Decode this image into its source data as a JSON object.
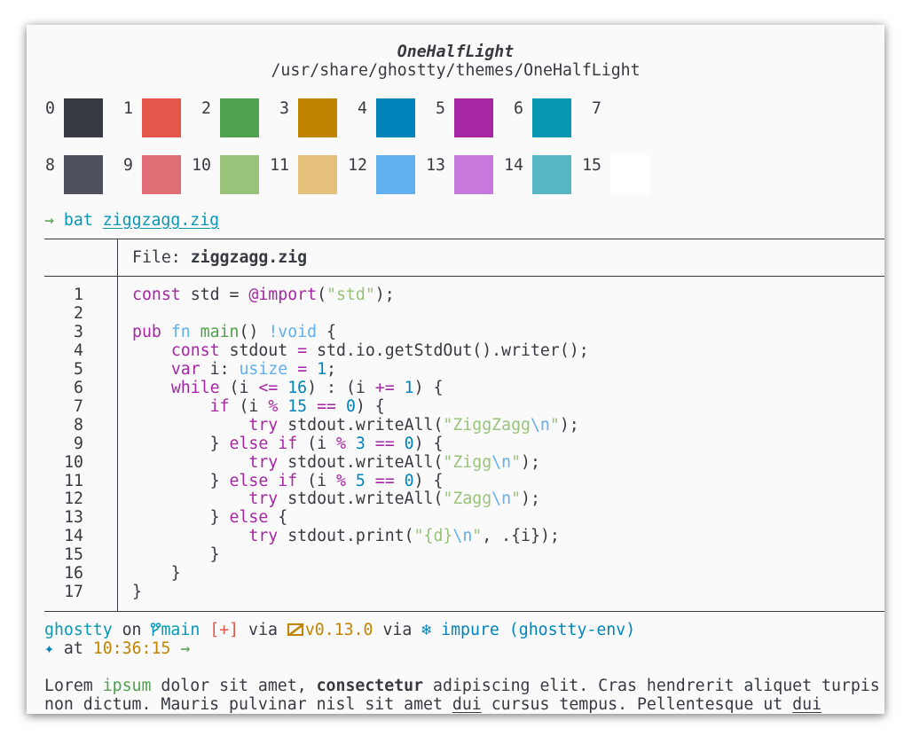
{
  "theme": {
    "name": "OneHalfLight",
    "path": "/usr/share/ghostty/themes/OneHalfLight"
  },
  "palette": [
    {
      "index": "0",
      "color": "#383a42"
    },
    {
      "index": "1",
      "color": "#e45649"
    },
    {
      "index": "2",
      "color": "#50a14f"
    },
    {
      "index": "3",
      "color": "#c18401"
    },
    {
      "index": "4",
      "color": "#0184bc"
    },
    {
      "index": "5",
      "color": "#a626a4"
    },
    {
      "index": "6",
      "color": "#0997b3"
    },
    {
      "index": "7",
      "color": "#fafafa"
    },
    {
      "index": "8",
      "color": "#4f525e"
    },
    {
      "index": "9",
      "color": "#e06c75"
    },
    {
      "index": "10",
      "color": "#98c379"
    },
    {
      "index": "11",
      "color": "#e5c07b"
    },
    {
      "index": "12",
      "color": "#61afef"
    },
    {
      "index": "13",
      "color": "#c678dd"
    },
    {
      "index": "14",
      "color": "#56b6c2"
    },
    {
      "index": "15",
      "color": "#ffffff"
    }
  ],
  "command": {
    "arrow": "→",
    "cmd": "bat",
    "arg": "ziggzagg.zig"
  },
  "bat": {
    "file_label": "File: ",
    "file_name": "ziggzagg.zig",
    "lines": [
      [
        [
          "const",
          "kw"
        ],
        [
          " std = ",
          ""
        ],
        [
          "@import",
          "kw"
        ],
        [
          "(",
          ""
        ],
        [
          "\"std\"",
          "st"
        ],
        [
          ");",
          ""
        ]
      ],
      [],
      [
        [
          "pub",
          "kw"
        ],
        [
          " ",
          ""
        ],
        [
          "fn",
          "ty"
        ],
        [
          " ",
          ""
        ],
        [
          "main",
          "fn"
        ],
        [
          "() ",
          ""
        ],
        [
          "!void",
          "ty"
        ],
        [
          " {",
          ""
        ]
      ],
      [
        [
          "    ",
          ""
        ],
        [
          "const",
          "kw"
        ],
        [
          " stdout ",
          ""
        ],
        [
          "=",
          "op"
        ],
        [
          " std.io.getStdOut().writer();",
          ""
        ]
      ],
      [
        [
          "    ",
          ""
        ],
        [
          "var",
          "kw"
        ],
        [
          " i: ",
          ""
        ],
        [
          "usize",
          "ty"
        ],
        [
          " ",
          ""
        ],
        [
          "=",
          "op"
        ],
        [
          " ",
          ""
        ],
        [
          "1",
          "nu"
        ],
        [
          ";",
          ""
        ]
      ],
      [
        [
          "    ",
          ""
        ],
        [
          "while",
          "kw"
        ],
        [
          " (i ",
          ""
        ],
        [
          "<=",
          "op"
        ],
        [
          " ",
          ""
        ],
        [
          "16",
          "nu"
        ],
        [
          ") : (i ",
          ""
        ],
        [
          "+=",
          "op"
        ],
        [
          " ",
          ""
        ],
        [
          "1",
          "nu"
        ],
        [
          ") {",
          ""
        ]
      ],
      [
        [
          "        ",
          ""
        ],
        [
          "if",
          "kw"
        ],
        [
          " (i ",
          ""
        ],
        [
          "%",
          "op"
        ],
        [
          " ",
          ""
        ],
        [
          "15",
          "nu"
        ],
        [
          " ",
          ""
        ],
        [
          "==",
          "op"
        ],
        [
          " ",
          ""
        ],
        [
          "0",
          "nu"
        ],
        [
          ") {",
          ""
        ]
      ],
      [
        [
          "            ",
          ""
        ],
        [
          "try",
          "kw"
        ],
        [
          " stdout.writeAll(",
          ""
        ],
        [
          "\"ZiggZagg",
          "st"
        ],
        [
          "\\n",
          "es"
        ],
        [
          "\"",
          "st"
        ],
        [
          ");",
          ""
        ]
      ],
      [
        [
          "        } ",
          ""
        ],
        [
          "else",
          "kw"
        ],
        [
          " ",
          ""
        ],
        [
          "if",
          "kw"
        ],
        [
          " (i ",
          ""
        ],
        [
          "%",
          "op"
        ],
        [
          " ",
          ""
        ],
        [
          "3",
          "nu"
        ],
        [
          " ",
          ""
        ],
        [
          "==",
          "op"
        ],
        [
          " ",
          ""
        ],
        [
          "0",
          "nu"
        ],
        [
          ") {",
          ""
        ]
      ],
      [
        [
          "            ",
          ""
        ],
        [
          "try",
          "kw"
        ],
        [
          " stdout.writeAll(",
          ""
        ],
        [
          "\"Zigg",
          "st"
        ],
        [
          "\\n",
          "es"
        ],
        [
          "\"",
          "st"
        ],
        [
          ");",
          ""
        ]
      ],
      [
        [
          "        } ",
          ""
        ],
        [
          "else",
          "kw"
        ],
        [
          " ",
          ""
        ],
        [
          "if",
          "kw"
        ],
        [
          " (i ",
          ""
        ],
        [
          "%",
          "op"
        ],
        [
          " ",
          ""
        ],
        [
          "5",
          "nu"
        ],
        [
          " ",
          ""
        ],
        [
          "==",
          "op"
        ],
        [
          " ",
          ""
        ],
        [
          "0",
          "nu"
        ],
        [
          ") {",
          ""
        ]
      ],
      [
        [
          "            ",
          ""
        ],
        [
          "try",
          "kw"
        ],
        [
          " stdout.writeAll(",
          ""
        ],
        [
          "\"Zagg",
          "st"
        ],
        [
          "\\n",
          "es"
        ],
        [
          "\"",
          "st"
        ],
        [
          ");",
          ""
        ]
      ],
      [
        [
          "        } ",
          ""
        ],
        [
          "else",
          "kw"
        ],
        [
          " {",
          ""
        ]
      ],
      [
        [
          "            ",
          ""
        ],
        [
          "try",
          "kw"
        ],
        [
          " stdout.print(",
          ""
        ],
        [
          "\"{d}",
          "st"
        ],
        [
          "\\n",
          "es"
        ],
        [
          "\"",
          "st"
        ],
        [
          ", .{i});",
          ""
        ]
      ],
      [
        [
          "        }",
          ""
        ]
      ],
      [
        [
          "    }",
          ""
        ]
      ],
      [
        [
          "}",
          ""
        ]
      ]
    ]
  },
  "prompt": {
    "dir": "ghostty",
    "on": " on ",
    "branch_icon": "git-branch-icon",
    "branch": "main",
    "status": "[+]",
    "via": " via ",
    "zig_icon": "zig-icon",
    "zig_version": "v0.13.0",
    "via2": " via ",
    "nix_icon": "nix-snowflake-icon",
    "nix": "impure (ghostty-env)",
    "star": "✦",
    "at": " at ",
    "time": "10:36:15",
    "arrow": "→"
  },
  "lorem": {
    "l1a": "Lorem ",
    "l1b": "ipsum",
    "l1c": " dolor sit amet, ",
    "l1d": "consectetur",
    "l1e": " adipiscing elit. Cras hendrerit aliquet turpis",
    "l2a": "non dictum. Mauris pulvinar nisl sit amet ",
    "l2b": "dui",
    "l2c": " cursus tempus. Pellentesque ut ",
    "l2d": "dui"
  }
}
